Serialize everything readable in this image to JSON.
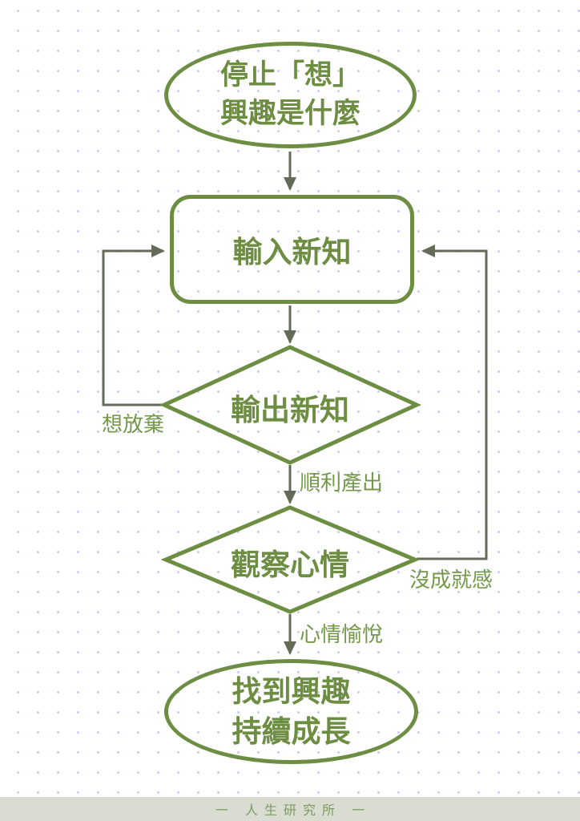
{
  "page": {
    "background": "#ffffff",
    "dot_color": "#c9c9f0",
    "accent_green": "#6d8e42",
    "connector_gray": "#636a58",
    "footer_bg": "#d8dcd1",
    "footer_text_color": "#7e9b60"
  },
  "flowchart": {
    "nodes": {
      "start": {
        "line1": "停止「想」",
        "line2": "興趣是什麼"
      },
      "input": {
        "label": "輸入新知"
      },
      "output": {
        "label": "輸出新知"
      },
      "observe": {
        "label": "觀察心情"
      },
      "end": {
        "line1": "找到興趣",
        "line2": "持續成長"
      }
    },
    "edge_labels": {
      "give_up": "想放棄",
      "smooth_output": "順利產出",
      "no_achievement": "沒成就感",
      "pleasant_mood": "心情愉悅"
    }
  },
  "footer": {
    "text": "一  人生研究所  一"
  }
}
